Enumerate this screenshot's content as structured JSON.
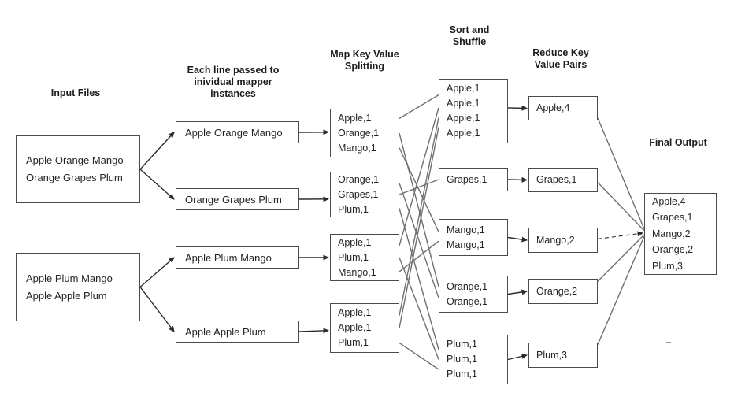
{
  "diagram": {
    "title": "MapReduce word count flow",
    "headers": {
      "input": "Input Files",
      "mapper": "Each line passed to\ninividual mapper\ninstances",
      "split": "Map Key Value\nSplitting",
      "sort": "Sort and\nShuffle",
      "reduce": "Reduce Key\nValue Pairs",
      "final": "Final Output"
    },
    "boxes": {
      "input1": "Apple Orange Mango\nOrange Grapes Plum",
      "input2": "Apple Plum Mango\nApple Apple Plum",
      "mapper1": "Apple Orange Mango",
      "mapper2": "Orange Grapes Plum",
      "mapper3": "Apple Plum Mango",
      "mapper4": "Apple Apple Plum",
      "split1": "Apple,1\nOrange,1\nMango,1",
      "split2": "Orange,1\nGrapes,1\nPlum,1",
      "split3": "Apple,1\nPlum,1\nMango,1",
      "split4": "Apple,1\nApple,1\nPlum,1",
      "sort1": "Apple,1\nApple,1\nApple,1\nApple,1",
      "sort2": "Grapes,1",
      "sort3": "Mango,1\nMango,1",
      "sort4": "Orange,1\nOrange,1",
      "sort5": "Plum,1\nPlum,1\nPlum,1",
      "reduce1": "Apple,4",
      "reduce2": "Grapes,1",
      "reduce3": "Mango,2",
      "reduce4": "Orange,2",
      "reduce5": "Plum,3",
      "final": "Apple,4\nGrapes,1\nMango,2\nOrange,2\nPlum,3"
    },
    "colors": {
      "background": "#ffffff",
      "box_border": "#4a4a4a",
      "text": "#242424",
      "connector_gray": "#6f6f6f",
      "connector_black": "#2b2b2b"
    },
    "edges": [
      {
        "from": "input-box-1",
        "to": "mapper-box-1",
        "type": "arrow",
        "fy": 0.5,
        "ty": 0.5
      },
      {
        "from": "input-box-1",
        "to": "mapper-box-2",
        "type": "arrow",
        "fy": 0.5,
        "ty": 0.5
      },
      {
        "from": "input-box-2",
        "to": "mapper-box-3",
        "type": "arrow",
        "fy": 0.5,
        "ty": 0.5
      },
      {
        "from": "input-box-2",
        "to": "mapper-box-4",
        "type": "arrow",
        "fy": 0.5,
        "ty": 0.5
      },
      {
        "from": "mapper-box-1",
        "to": "split-box-1",
        "type": "arrow",
        "fy": 0.5,
        "ty": 0.48
      },
      {
        "from": "mapper-box-2",
        "to": "split-box-2",
        "type": "arrow",
        "fy": 0.5,
        "ty": 0.6
      },
      {
        "from": "mapper-box-3",
        "to": "split-box-3",
        "type": "arrow",
        "fy": 0.5,
        "ty": 0.5
      },
      {
        "from": "mapper-box-4",
        "to": "split-box-4",
        "type": "arrow",
        "fy": 0.5,
        "ty": 0.55
      },
      {
        "from": "split-box-1",
        "to": "sort-box-1",
        "type": "gray",
        "fy": 0.2,
        "ty": 0.25
      },
      {
        "from": "split-box-1",
        "to": "sort-box-4",
        "type": "gray",
        "fy": 0.5,
        "ty": 0.3
      },
      {
        "from": "split-box-1",
        "to": "sort-box-3",
        "type": "gray",
        "fy": 0.8,
        "ty": 0.35
      },
      {
        "from": "split-box-2",
        "to": "sort-box-4",
        "type": "gray",
        "fy": 0.25,
        "ty": 0.6
      },
      {
        "from": "split-box-2",
        "to": "sort-box-2",
        "type": "gray",
        "fy": 0.5,
        "ty": 0.5
      },
      {
        "from": "split-box-2",
        "to": "sort-box-5",
        "type": "gray",
        "fy": 0.8,
        "ty": 0.3
      },
      {
        "from": "split-box-3",
        "to": "sort-box-1",
        "type": "gray",
        "fy": 0.25,
        "ty": 0.45
      },
      {
        "from": "split-box-3",
        "to": "sort-box-5",
        "type": "gray",
        "fy": 0.5,
        "ty": 0.5
      },
      {
        "from": "split-box-3",
        "to": "sort-box-3",
        "type": "gray",
        "fy": 0.8,
        "ty": 0.6
      },
      {
        "from": "split-box-4",
        "to": "sort-box-1",
        "type": "gray",
        "fy": 0.25,
        "ty": 0.6
      },
      {
        "from": "split-box-4",
        "to": "sort-box-1",
        "type": "gray",
        "fy": 0.5,
        "ty": 0.75
      },
      {
        "from": "split-box-4",
        "to": "sort-box-5",
        "type": "gray",
        "fy": 0.8,
        "ty": 0.7
      },
      {
        "from": "sort-box-1",
        "to": "reduce-box-1",
        "type": "arrow",
        "fy": 0.45,
        "ty": 0.5
      },
      {
        "from": "sort-box-2",
        "to": "reduce-box-2",
        "type": "arrow",
        "fy": 0.5,
        "ty": 0.5
      },
      {
        "from": "sort-box-3",
        "to": "reduce-box-3",
        "type": "arrow",
        "fy": 0.5,
        "ty": 0.5
      },
      {
        "from": "sort-box-4",
        "to": "reduce-box-4",
        "type": "arrow",
        "fy": 0.5,
        "ty": 0.5
      },
      {
        "from": "sort-box-5",
        "to": "reduce-box-5",
        "type": "arrow",
        "fy": 0.5,
        "ty": 0.5
      },
      {
        "from": "reduce-box-1",
        "to": "final-box",
        "type": "gray",
        "fy": 0.9,
        "ty": 0.44
      },
      {
        "from": "reduce-box-2",
        "to": "final-box",
        "type": "gray",
        "fy": 0.6,
        "ty": 0.46
      },
      {
        "from": "reduce-box-3",
        "to": "final-box",
        "type": "dashed-arrow",
        "fy": 0.45,
        "ty": 0.49
      },
      {
        "from": "reduce-box-4",
        "to": "final-box",
        "type": "gray",
        "fy": 0.1,
        "ty": 0.51
      },
      {
        "from": "reduce-box-5",
        "to": "final-box",
        "type": "gray",
        "fy": 0.08,
        "ty": 0.53
      }
    ]
  }
}
